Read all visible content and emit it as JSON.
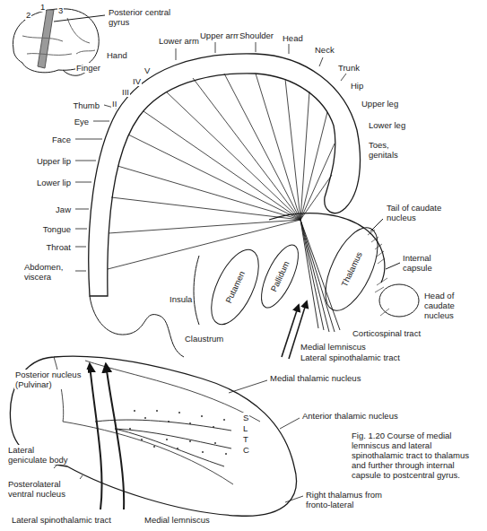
{
  "diagram": {
    "caption": "Fig. 1.20 Course of medial lemniscus and lateral spinothalamic tract to thalamus and further through internal capsule to postcentral gyrus.",
    "labels": [
      "1",
      "2",
      "3",
      "Posterior central gyrus",
      "Lower arm",
      "Upper arm",
      "Shoulder",
      "Head",
      "Neck",
      "Trunk",
      "Hip",
      "Upper leg",
      "Lower leg",
      "Toes, genitals",
      "Hand",
      "Finger",
      "V",
      "IV",
      "III",
      "II",
      "Thumb",
      "Eye",
      "Face",
      "Upper lip",
      "Lower lip",
      "Jaw",
      "Tongue",
      "Throat",
      "Abdomen, viscera",
      "Tail of caudate nucleus",
      "Thalamus",
      "Internal capsule",
      "Pallidum",
      "Putamen",
      "Insula",
      "Claustrum",
      "Head of caudate nucleus",
      "Corticospinal tract",
      "Medial lemniscus",
      "Lateral spinothalamic tract",
      "Posterior nucleus (Pulvinar)",
      "Medial thalamic nucleus",
      "S",
      "L",
      "T",
      "C",
      "Anterior thalamic nucleus",
      "Lateral geniculate body",
      "Posterolateral ventral nucleus",
      "Right thalamus from fronto-lateral",
      "Lateral spinothalamic tract",
      "Medial lemniscus"
    ]
  }
}
